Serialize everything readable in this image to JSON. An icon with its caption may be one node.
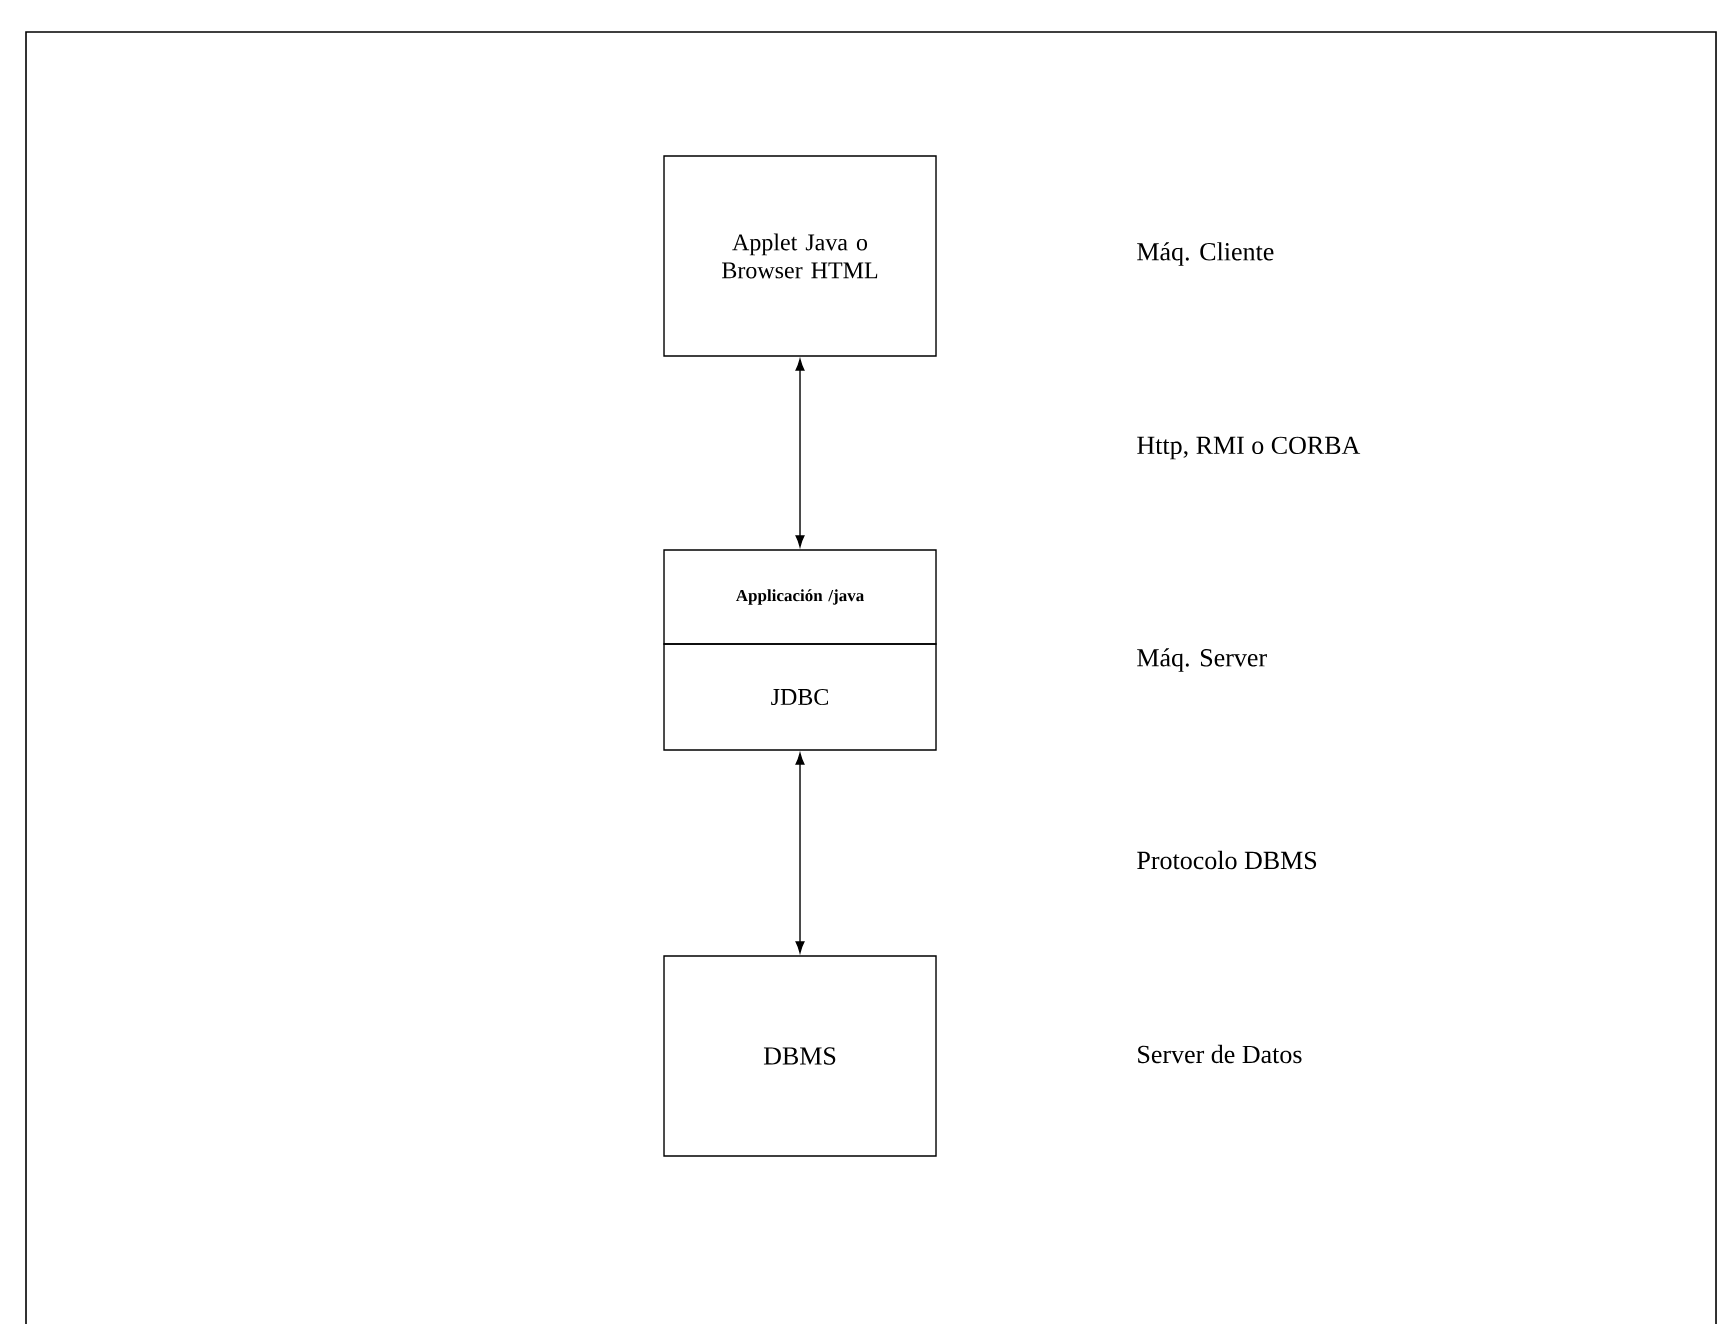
{
  "diagram": {
    "nodes": [
      {
        "text": [
          "Applet Java o Browser HTML"
        ]
      },
      {
        "text": [
          "Applicación /java"
        ]
      },
      {
        "text": [
          "JDBC"
        ]
      },
      {
        "text": [
          "DBMS"
        ]
      }
    ],
    "edges": [
      {
        "from": 0,
        "to": 1,
        "arrow": "both"
      },
      {
        "from": 2,
        "to": 3,
        "arrow": "both"
      }
    ],
    "labels": [
      "Máq. Cliente",
      "Http, RMI o CORBA",
      "Máq. Server",
      "Protocolo DBMS",
      "Server de Datos"
    ]
  }
}
